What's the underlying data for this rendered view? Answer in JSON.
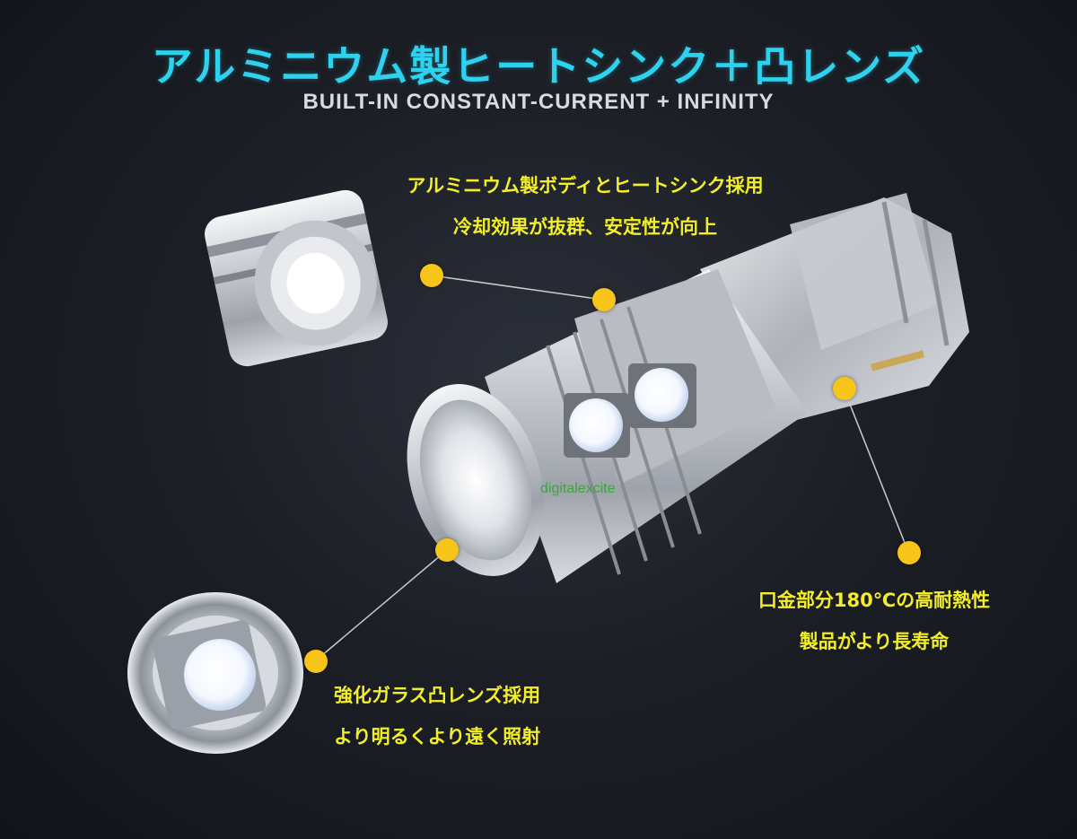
{
  "header": {
    "title": "アルミニウム製ヒートシンク＋凸レンズ",
    "subtitle": "BUILT-IN CONSTANT-CURRENT + INFINITY"
  },
  "callouts": {
    "heatsink": {
      "line1": "アルミニウム製ボディとヒートシンク採用",
      "line2": "冷却効果が抜群、安定性が向上"
    },
    "base": {
      "line1": "口金部分180℃の高耐熱性",
      "line2": "製品がより長寿命"
    },
    "lens": {
      "line1": "強化ガラス凸レンズ採用",
      "line2": "より明るくより遠く照射"
    }
  },
  "watermark": "digitalexcite",
  "colors": {
    "title": "#2fd2ee",
    "caption": "#f2ee2a",
    "marker": "#f7c51a",
    "background": "#1c1f26"
  }
}
